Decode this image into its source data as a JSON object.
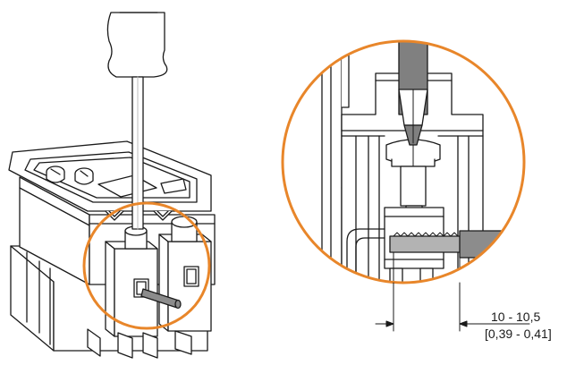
{
  "dimension": {
    "strip_length_mm": "10 - 10,5",
    "strip_length_in": "[0,39 - 0,41]"
  },
  "colors": {
    "highlight_circle": "#e8862a",
    "line": "#1a1a1a",
    "screwdriver_shaft": "#808080",
    "wire_insulation": "#8c8c8c",
    "wire_core": "#b3b3b3"
  },
  "icons": {
    "screwdriver": "screwdriver-icon",
    "device": "terminal-block-device",
    "detail": "terminal-clamp-detail"
  }
}
